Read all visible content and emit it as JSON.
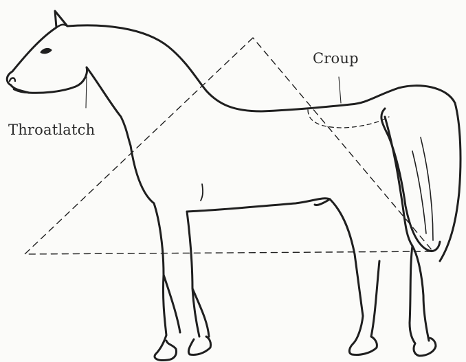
{
  "figure": {
    "subject": "horse-side-profile",
    "labels": {
      "croup": "Croup",
      "throatlatch": "Throatlatch"
    },
    "colors": {
      "ink": "#1f1f1f",
      "paper": "#fbfbf9"
    }
  }
}
